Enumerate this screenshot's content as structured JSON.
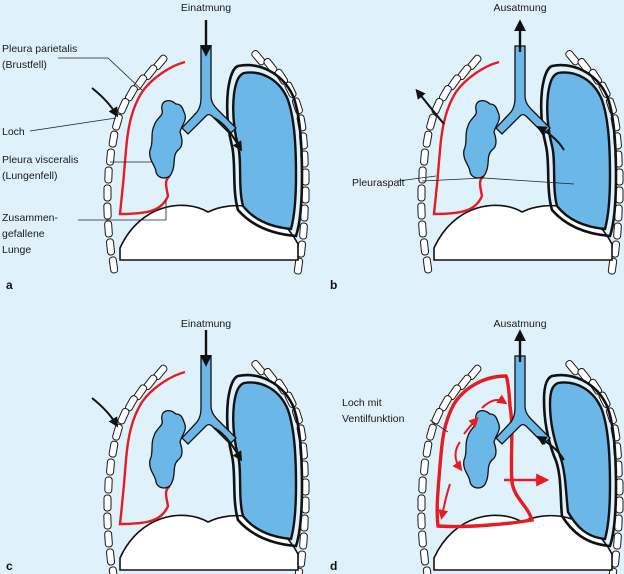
{
  "panels": [
    {
      "letter": "a",
      "title": "Einatmung"
    },
    {
      "letter": "b",
      "title": "Ausatmung"
    },
    {
      "letter": "c",
      "title": "Einatmung"
    },
    {
      "letter": "d",
      "title": "Ausatmung"
    }
  ],
  "labels": {
    "pleura_parietalis_1": "Pleura parietalis",
    "pleura_parietalis_2": "(Brustfell)",
    "loch": "Loch",
    "pleura_visceralis_1": "Pleura visceralis",
    "pleura_visceralis_2": "(Lungenfell)",
    "collapsed_1": "Zusammen-",
    "collapsed_2": "gefallene",
    "collapsed_3": "Lunge",
    "pleuraspalt": "Pleuraspalt",
    "loch_mit_1": "Loch mit",
    "loch_mit_2": "Ventilfunktion"
  },
  "colors": {
    "background": "#dff2fb",
    "lung": "#6ab7e8",
    "pleura_red": "#e31d23",
    "outline": "#111111"
  }
}
